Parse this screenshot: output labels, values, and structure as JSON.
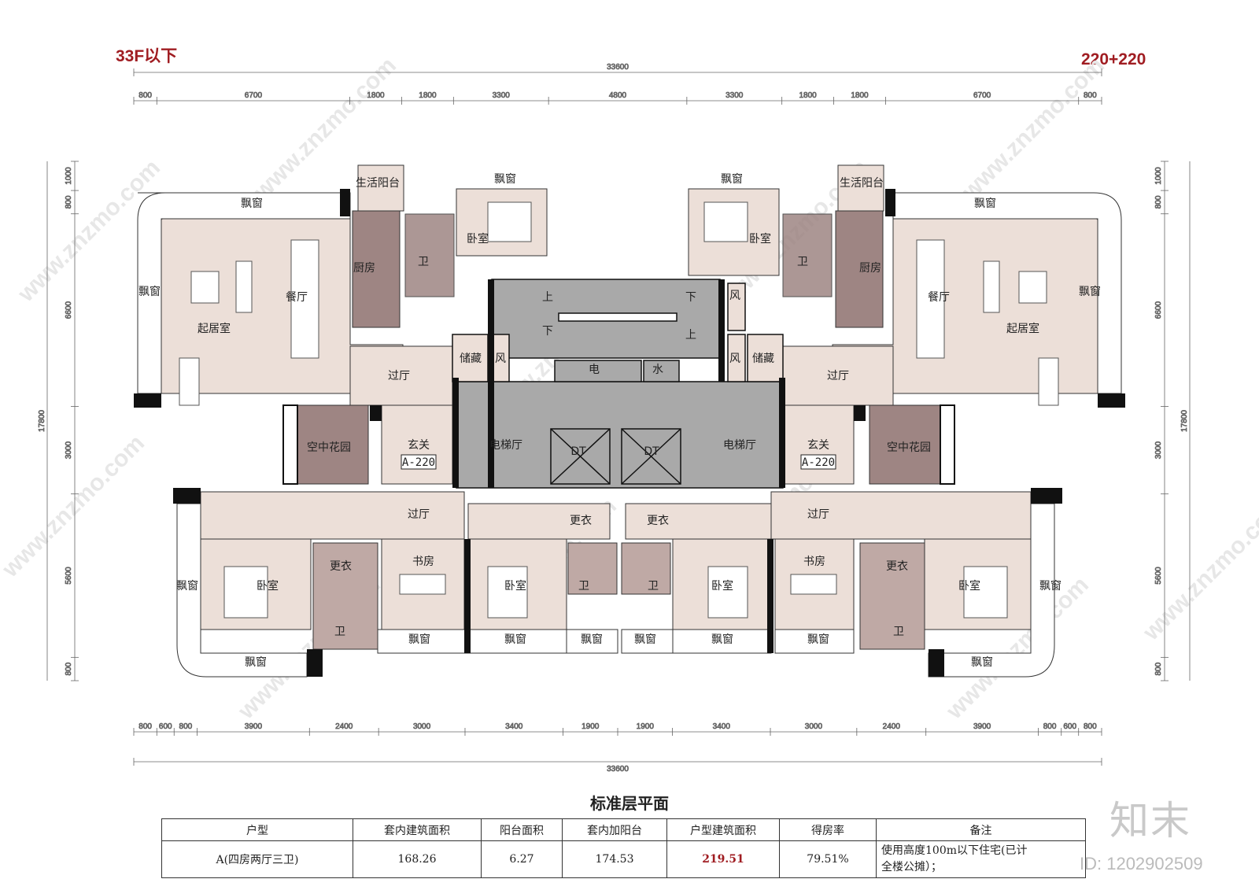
{
  "header": {
    "left": "33F以下",
    "right": "220+220"
  },
  "dims": {
    "total": "33600",
    "top": [
      "800",
      "6700",
      "1800",
      "1800",
      "3300",
      "4800",
      "3300",
      "1800",
      "1800",
      "6700",
      "800"
    ],
    "bottom": [
      "800",
      "600",
      "800",
      "3900",
      "2400",
      "3000",
      "3400",
      "1900",
      "1900",
      "3400",
      "3000",
      "2400",
      "3900",
      "800",
      "600",
      "800"
    ],
    "left": [
      "1000",
      "800",
      "6600",
      "3000",
      "5600",
      "800"
    ],
    "left_total": "17800",
    "right": [
      "1000",
      "800",
      "6600",
      "3000",
      "5600",
      "800"
    ],
    "right_total": "17800"
  },
  "rooms": {
    "bay": "飘窗",
    "living": "起居室",
    "dining": "餐厅",
    "kitchen": "厨房",
    "utility_balcony": "生活阳台",
    "bedroom": "卧室",
    "bath": "卫",
    "storage": "储藏",
    "wind": "风",
    "electric": "电",
    "water": "水",
    "corridor": "过厅",
    "foyer": "玄关",
    "unit_tag": "A-220",
    "sky_garden": "空中花园",
    "elevator_hall": "电梯厅",
    "elevator": "DT",
    "dressing": "更衣",
    "study": "书房",
    "stair_up": "上",
    "stair_down": "下"
  },
  "plan_title": "标准层平面",
  "table": {
    "headers": [
      "户型",
      "套内建筑面积",
      "阳台面积",
      "套内加阳台",
      "户型建筑面积",
      "得房率",
      "备注"
    ],
    "row": [
      "A(四房两厅三卫)",
      "168.26",
      "6.27",
      "174.53",
      "219.51",
      "79.51%"
    ],
    "note_lines": [
      "使用高度100m以下住宅(已计",
      "全楼公摊）；"
    ]
  },
  "watermark": {
    "logo": "知末",
    "id": "ID: 1202902509",
    "url": "www.znzmo.com"
  },
  "colors": {
    "accent": "#a01d22",
    "unit_fill": "#ecdfd8",
    "core_fill": "#a9a9a9",
    "kitchen_fill": "#9e8583",
    "wall": "#111111"
  }
}
